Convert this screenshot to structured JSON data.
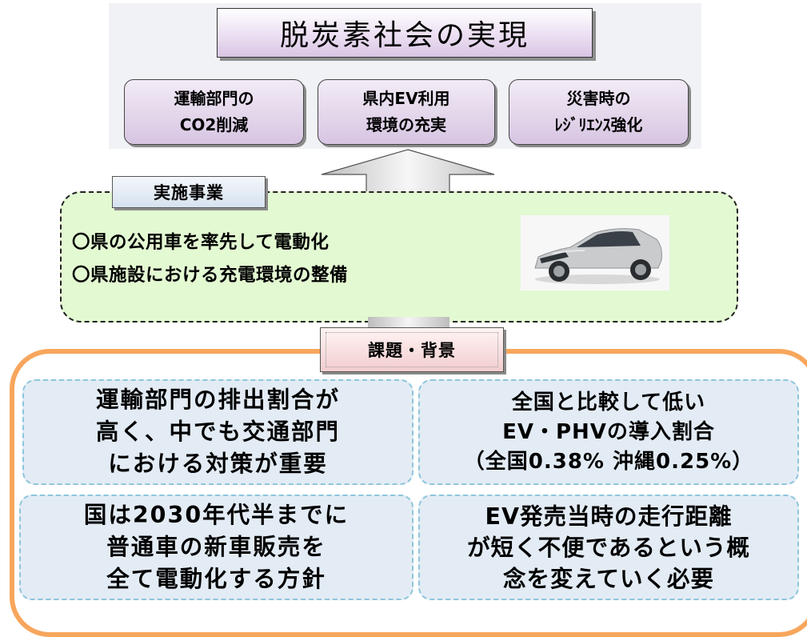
{
  "title": "脱炭素社会の実現",
  "goals": [
    {
      "line1": "運輸部門の",
      "line2": "CO2削減"
    },
    {
      "line1": "県内EV利用",
      "line2": "環境の充実"
    },
    {
      "line1": "災害時の",
      "line2": "ﾚｼﾞﾘｴﾝｽ強化"
    }
  ],
  "implementation": {
    "label": "実施事業",
    "items": [
      "〇県の公用車を率先して電動化",
      "〇県施設における充電環境の整備"
    ]
  },
  "background": {
    "label": "課題・背景",
    "issues": [
      {
        "lines": [
          "運輸部門の排出割合が",
          "高く、中でも交通部門",
          "における対策が重要"
        ]
      },
      {
        "lines": [
          "全国と比較して低い",
          "EV・PHVの導入割合",
          "（全国0.38% 沖縄0.25%）"
        ]
      },
      {
        "lines": [
          "国は2030年代半までに",
          "普通車の新車販売を",
          "全て電動化する方針"
        ]
      },
      {
        "lines": [
          "EV発売当時の走行距離",
          "が短く不便であるという概",
          "念を変えていく必要"
        ]
      }
    ]
  },
  "colors": {
    "goal_fill": "#d7c5e2",
    "impl_fill": "#e3f9d2",
    "issue_fill": "#e3ecf5",
    "frame_orange": "#f7a65c"
  }
}
